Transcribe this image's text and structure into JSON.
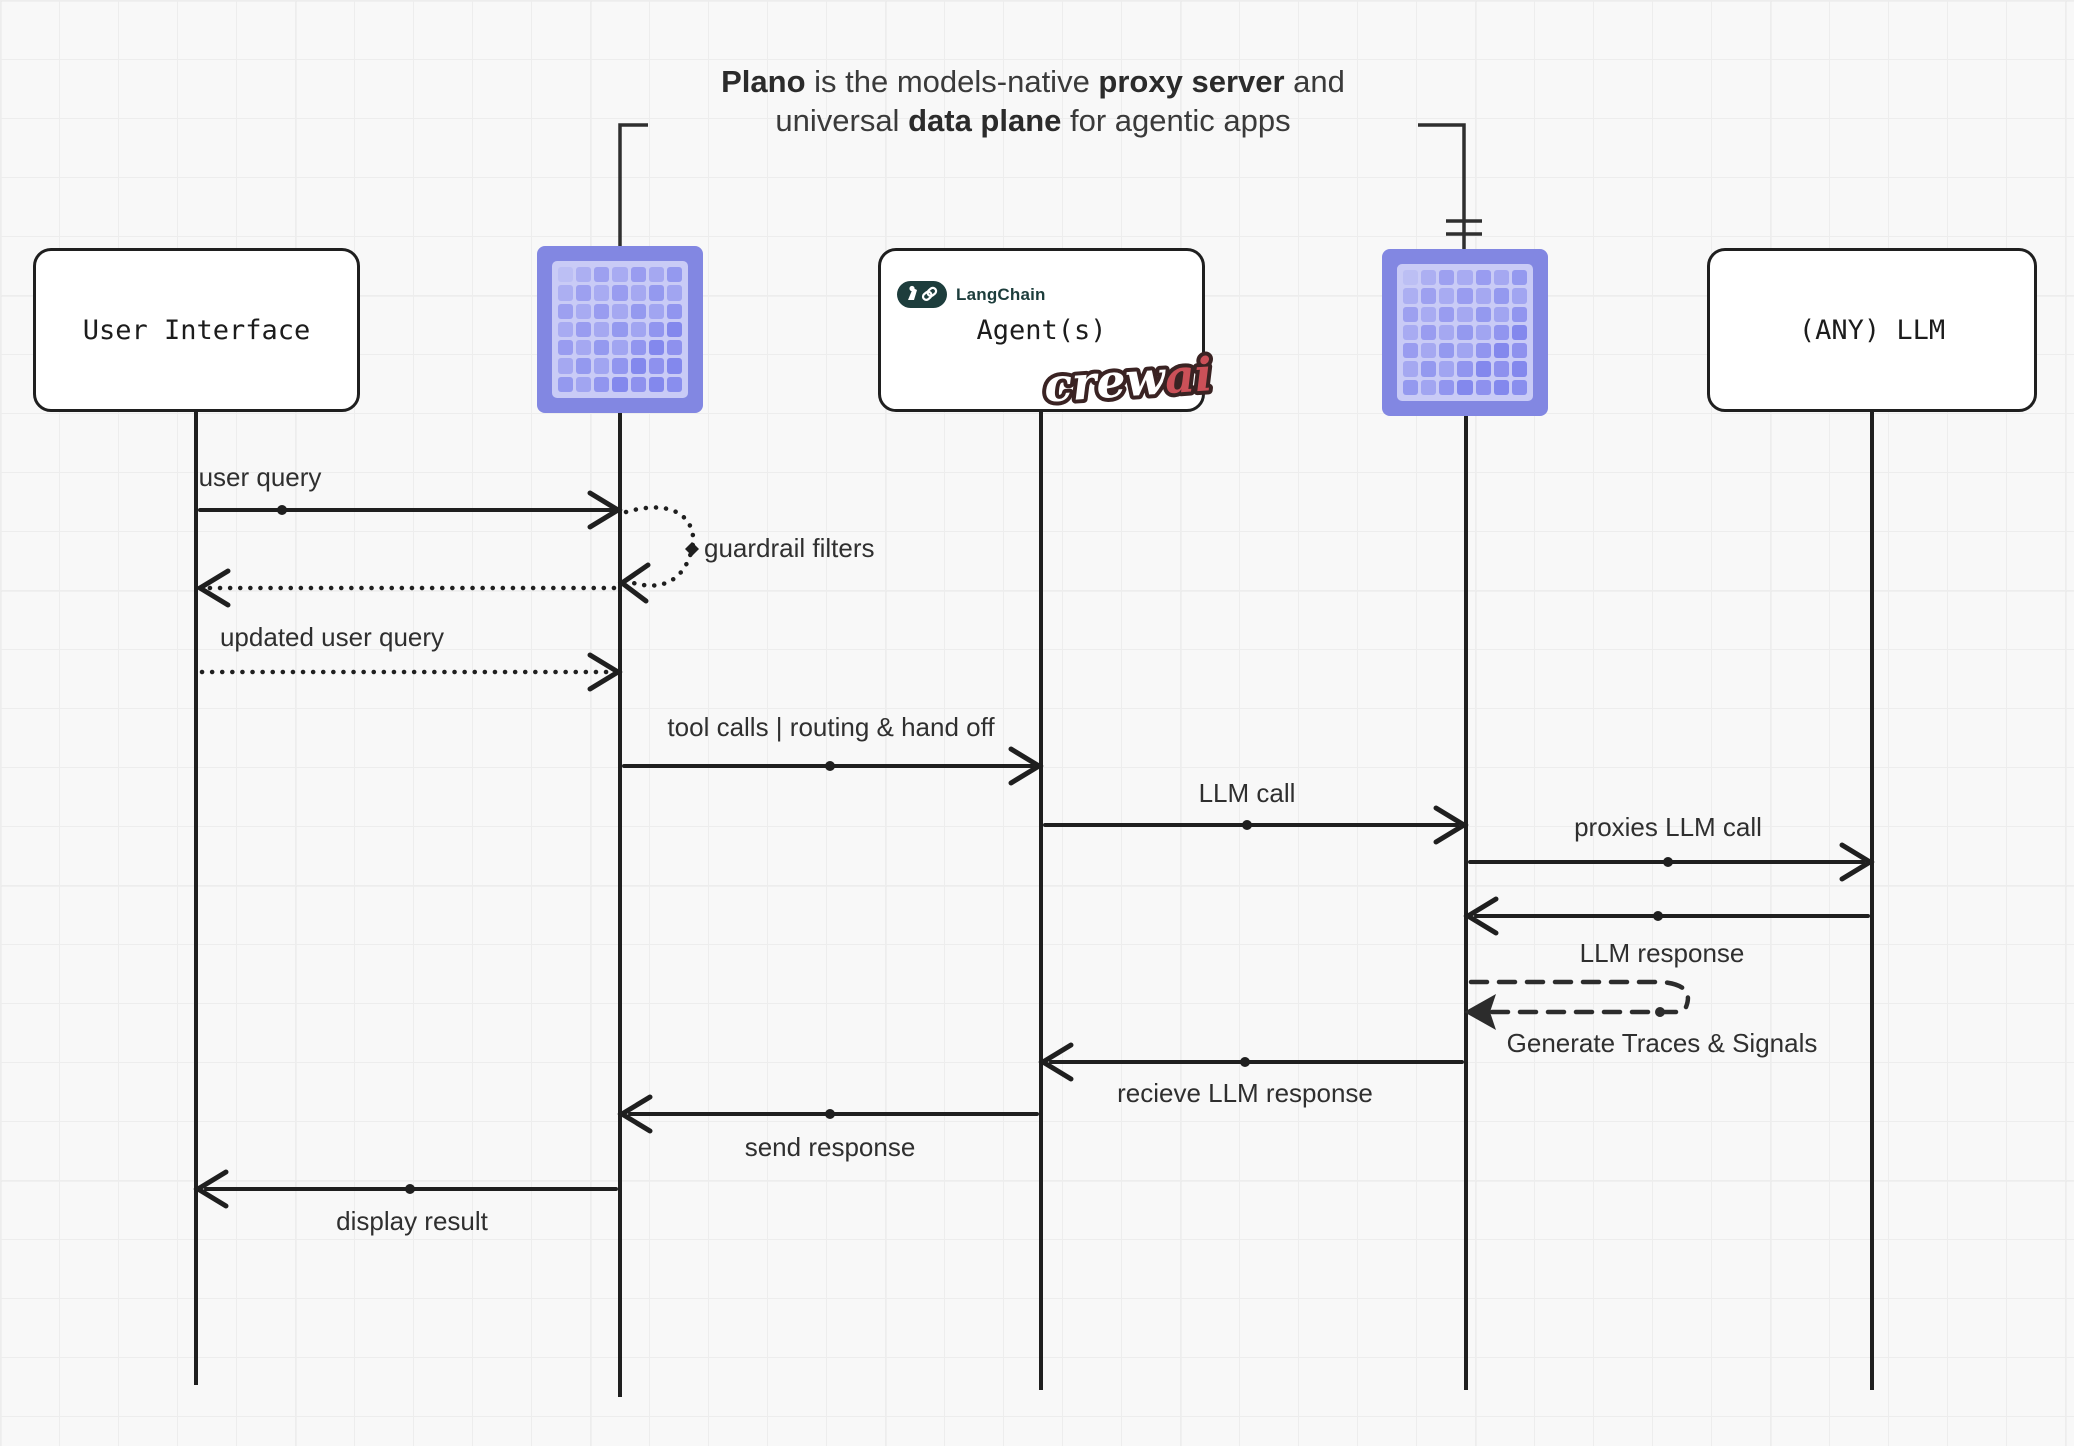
{
  "diagram": {
    "title": {
      "p1": "Plano",
      "p2": " is the models-native ",
      "p3": "proxy server",
      "p4": " and",
      "p5": "universal ",
      "p6": "data plane",
      "p7": " for agentic apps"
    },
    "actors": {
      "user_interface": {
        "label": "User Interface"
      },
      "plano_left": {
        "icon": "plano-pixel-grid-logo"
      },
      "agent": {
        "label": "Agent(s)",
        "langchain_label": "LangChain",
        "langchain_icon": "parrot-and-chain-link-icon",
        "crewai_crew": "crew",
        "crewai_ai": "ai"
      },
      "plano_right": {
        "icon": "plano-pixel-grid-logo"
      },
      "llm": {
        "label": "(ANY) LLM"
      }
    },
    "messages": {
      "user_query": "user query",
      "guardrail_filters": "guardrail filters",
      "updated_user_query": "updated user query",
      "tool_calls": "tool calls | routing & hand off",
      "llm_call": "LLM call",
      "proxies_llm_call": "proxies LLM call",
      "llm_response": "LLM response",
      "generate_traces": "Generate Traces & Signals",
      "recieve_llm_response": "recieve LLM response",
      "send_response": "send response",
      "display_result": "display result"
    },
    "colors": {
      "plano_purple": "#8287e2",
      "plano_purple_light": "#c9cbf6",
      "plano_cell_purple": "#7d82ec",
      "langchain_teal": "#1d3d3c",
      "crewai_red": "#cb5058",
      "crewai_outline": "#3a2323",
      "ink": "#1f1f1f"
    }
  }
}
